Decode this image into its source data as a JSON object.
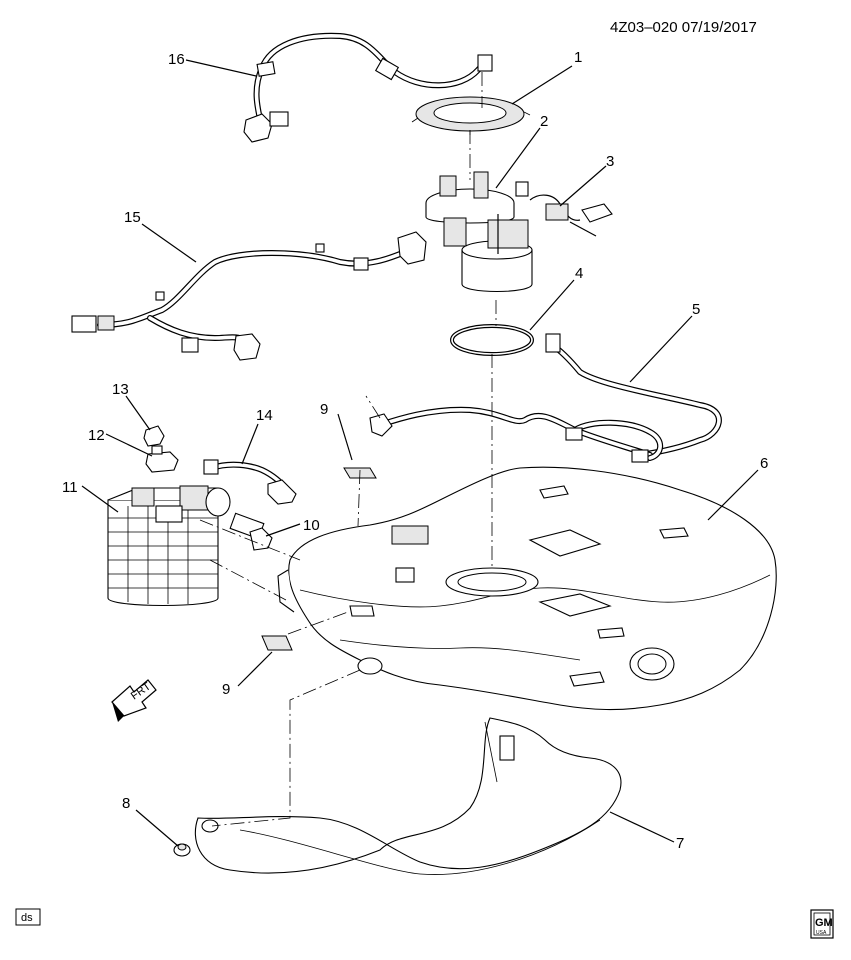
{
  "header": {
    "code": "4Z03–020  07/19/2017"
  },
  "callouts": {
    "c1": "1",
    "c2": "2",
    "c3": "3",
    "c4": "4",
    "c5": "5",
    "c6": "6",
    "c7": "7",
    "c8": "8",
    "c9a": "9",
    "c9b": "9",
    "c10": "10",
    "c11": "11",
    "c12": "12",
    "c13": "13",
    "c14": "14",
    "c15": "15",
    "c16": "16"
  },
  "orientation": {
    "label": "FRT"
  },
  "footer": {
    "ds_label": "ds",
    "gm_logo": "GM",
    "gm_sub": "USA"
  }
}
